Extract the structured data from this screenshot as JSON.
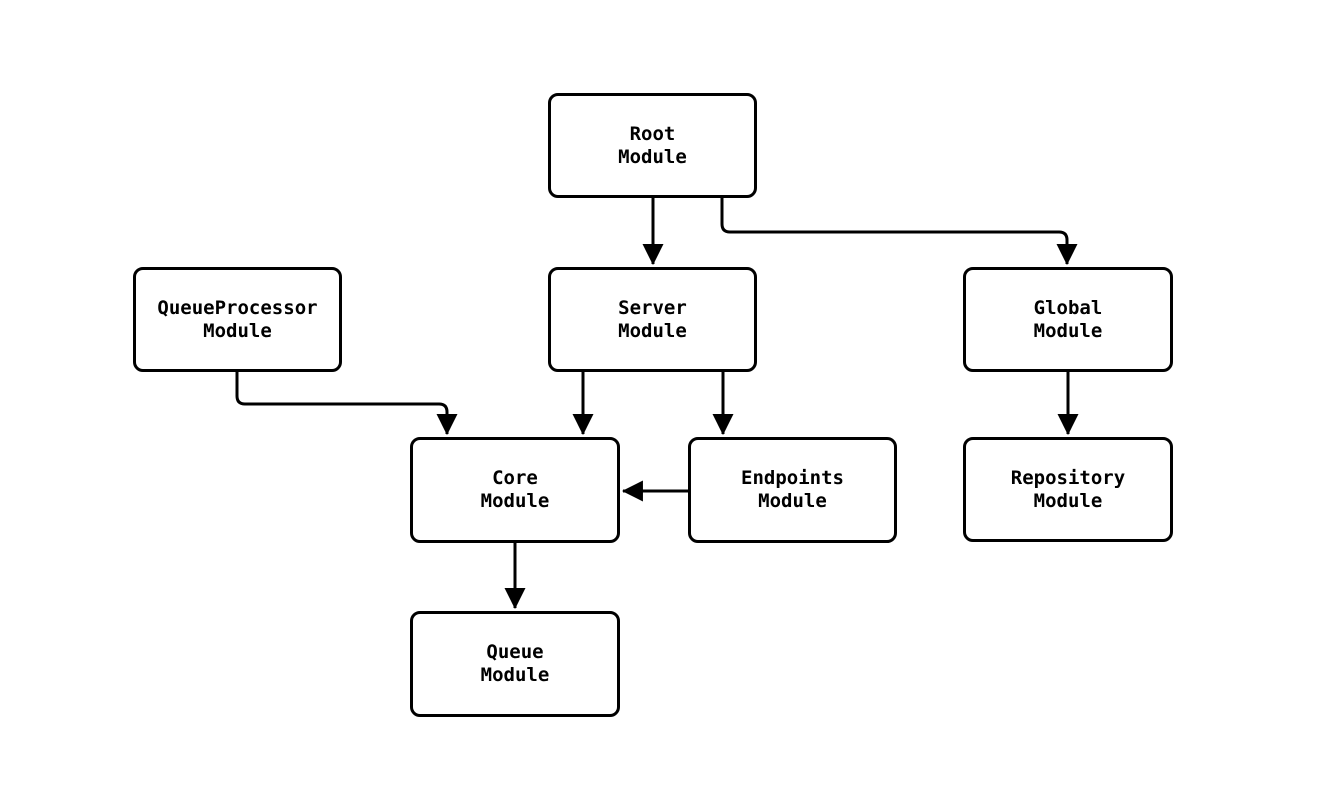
{
  "diagram": {
    "type": "flowchart",
    "direction": "top-down",
    "nodes": {
      "root": {
        "label": "Root\nModule"
      },
      "queueprocessor": {
        "label": "QueueProcessor\nModule"
      },
      "server": {
        "label": "Server\nModule"
      },
      "global": {
        "label": "Global\nModule"
      },
      "core": {
        "label": "Core\nModule"
      },
      "endpoints": {
        "label": "Endpoints\nModule"
      },
      "repository": {
        "label": "Repository\nModule"
      },
      "queue": {
        "label": "Queue\nModule"
      }
    },
    "edges": [
      {
        "from": "Root Module",
        "to": "Server Module"
      },
      {
        "from": "Root Module",
        "to": "Global Module"
      },
      {
        "from": "QueueProcessor Module",
        "to": "Core Module"
      },
      {
        "from": "Server Module",
        "to": "Core Module"
      },
      {
        "from": "Server Module",
        "to": "Endpoints Module"
      },
      {
        "from": "Endpoints Module",
        "to": "Core Module"
      },
      {
        "from": "Global Module",
        "to": "Repository Module"
      },
      {
        "from": "Core Module",
        "to": "Queue Module"
      }
    ]
  },
  "colors": {
    "background": "#ffffff",
    "node_fill": "#ffffff",
    "node_border": "#000000",
    "edge": "#000000",
    "text": "#000000"
  }
}
